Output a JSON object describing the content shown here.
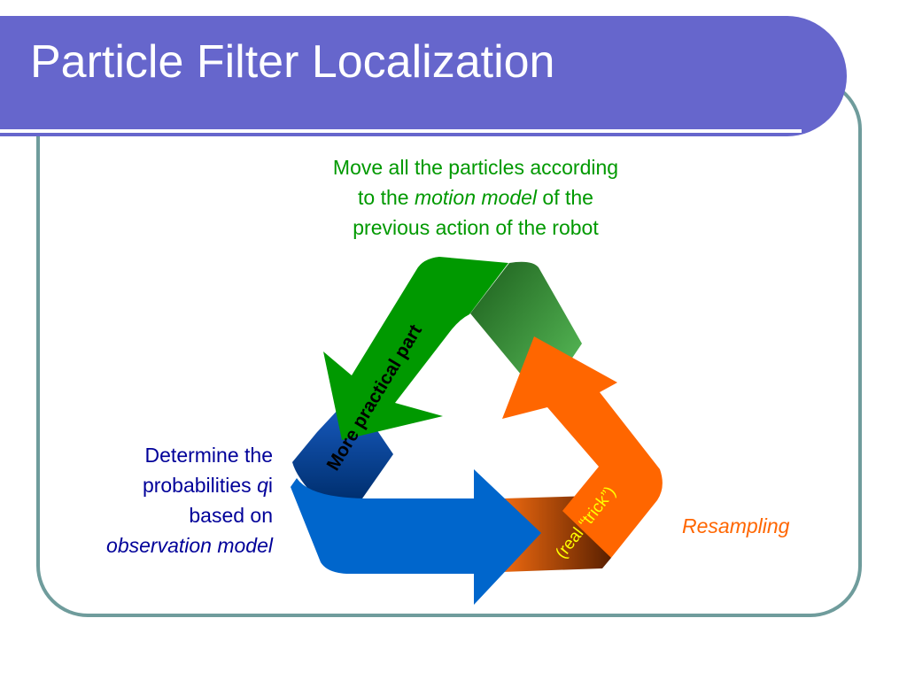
{
  "slide": {
    "title": "Particle Filter Localization"
  },
  "captions": {
    "motion": {
      "line1": "Move all the particles according",
      "line2_pre": "to the ",
      "line2_em": "motion model",
      "line2_post": " of the",
      "line3": "previous action of the robot"
    },
    "observation": {
      "line1": "Determine the",
      "line2_pre": "probabilities ",
      "line2_em": "q",
      "line2_post": "i",
      "line3": "based on",
      "line4": "observation model"
    },
    "resampling": "Resampling"
  },
  "cycle": {
    "green_arrow_label": "More practical part",
    "orange_arrow_label": "(real “trick”)"
  },
  "colors": {
    "title_bar": "#6666cc",
    "frame": "#6f9c9c",
    "motion_text": "#009900",
    "observation_text": "#000099",
    "resampling_text": "#ff6600",
    "green_arrow": "#009900",
    "blue_arrow": "#0066cc",
    "orange_arrow": "#ff6600",
    "orange_label": "#ffff00"
  }
}
